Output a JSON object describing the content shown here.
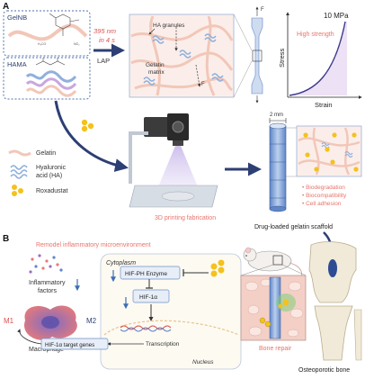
{
  "panel_a": {
    "letter": "A",
    "gelnb_label": "GelNB",
    "hama_label": "HAMA",
    "uv_wavelength": "395 nm",
    "uv_time": "in 4 s",
    "initiator": "LAP",
    "ha_granules": "HA granules",
    "gelatin_matrix_line1": "Gelatin",
    "gelatin_matrix_line2": "matrix",
    "force_top": "F",
    "force_bottom": "F",
    "stress_value": "10 MPa",
    "high_strength": "High strength",
    "y_axis": "Stress",
    "x_axis": "Strain",
    "legend": {
      "gelatin": "Gelatin",
      "ha_line1": "Hyaluronic",
      "ha_line2": "acid (HA)",
      "roxadustat": "Roxadustat"
    },
    "printing_caption": "3D printing fabrication",
    "scale_bar": "2 mm",
    "properties": [
      "• Biodegradation",
      "• Biocompatibility",
      "• Cell adhesion"
    ],
    "scaffold_caption": "Drug-loaded gelatin scaffold"
  },
  "panel_b": {
    "letter": "B",
    "title": "Remodel inflammatory microenvironment",
    "inflammatory_line1": "Inflammatory",
    "inflammatory_line2": "factors",
    "m1_label": "M1",
    "m2_label": "M2",
    "macrophage": "Macrophage",
    "cytoplasm": "Cytoplasm",
    "hif_ph": "HIF-PH Enzyme",
    "hif1a": "HIF-1α",
    "transcription": "Transcription",
    "target_genes": "HIF-1α target genes",
    "nucleus": "Nucleus",
    "bone_repair": "Bone repair",
    "osteoporotic_bone": "Osteoporotic bone"
  },
  "colors": {
    "accent_red": "#e8746a",
    "navy": "#2d3f73",
    "blue_line": "#3d6db5",
    "gelatin_pink": "#f2c7b8",
    "ha_blue": "#8fb0dc",
    "drug_yellow": "#f4c21a"
  }
}
